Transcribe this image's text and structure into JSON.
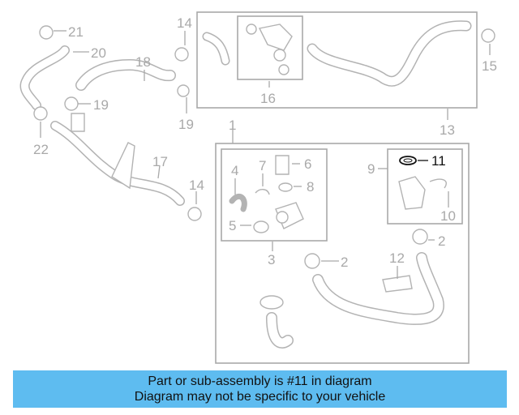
{
  "diagram": {
    "callouts": [
      "21",
      "20",
      "18",
      "19",
      "22",
      "14",
      "16",
      "19",
      "13",
      "15",
      "1",
      "17",
      "14",
      "4",
      "7",
      "6",
      "8",
      "5",
      "3",
      "9",
      "11",
      "10",
      "2",
      "2",
      "12"
    ],
    "highlighted_part": "11"
  },
  "banner": {
    "line1": "Part or sub-assembly is #11 in diagram",
    "line2": "Diagram may not be specific to your vehicle"
  },
  "colors": {
    "banner_bg": "#5ebcf0",
    "line_gray": "#a9a9a9",
    "highlight": "#111111"
  }
}
